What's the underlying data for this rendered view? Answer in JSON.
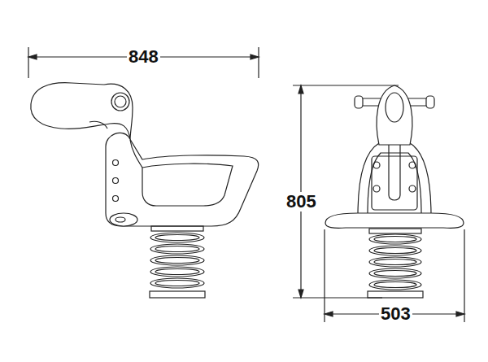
{
  "diagram": {
    "labels": [
      "848",
      "805",
      "503"
    ]
  }
}
